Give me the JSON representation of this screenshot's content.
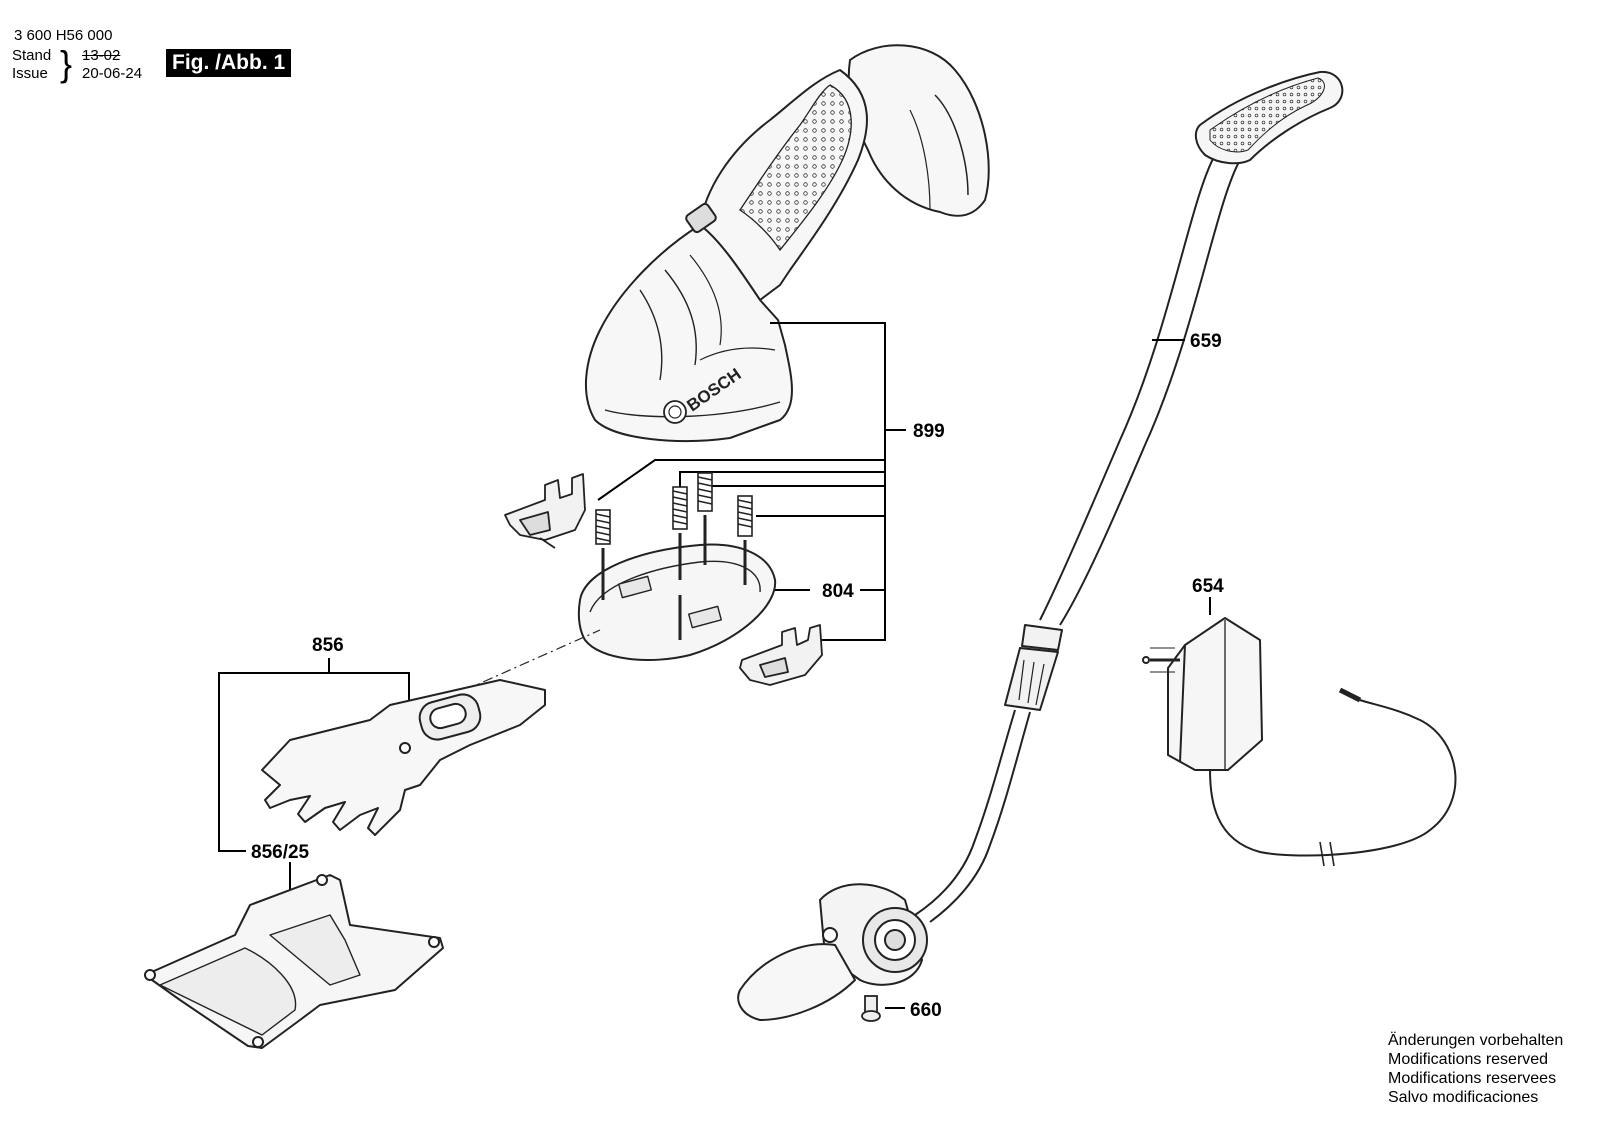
{
  "header": {
    "part_number": "3 600 H56 000",
    "stand_label": "Stand",
    "issue_label": "Issue",
    "stand_value": "13-02",
    "issue_value": "20-06-24",
    "figure_label": "Fig. /Abb. 1"
  },
  "brand_mark": "BOSCH",
  "callouts": {
    "c899": "899",
    "c804": "804",
    "c856": "856",
    "c856_25": "856/25",
    "c659": "659",
    "c654": "654",
    "c660": "660"
  },
  "footer_notes": [
    "Änderungen vorbehalten",
    "Modifications reserved",
    "Modifications reservees",
    "Salvo modificaciones"
  ]
}
